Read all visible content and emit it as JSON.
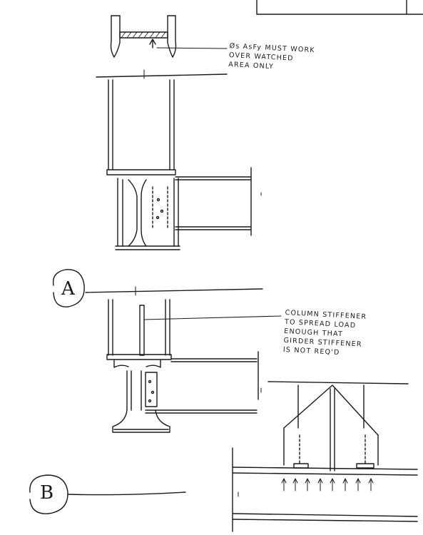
{
  "notes": {
    "flange_note": "Øs AsFy MUST WORK\nOVER WATCHED\nAREA ONLY",
    "stiffener_note": "COLUMN STIFFENER\nTO SPREAD LOAD\nENOUGH THAT\nGIRDER STIFFENER\nIS NOT REQ'D"
  },
  "callouts": {
    "detail_a": "A",
    "detail_b": "B"
  }
}
